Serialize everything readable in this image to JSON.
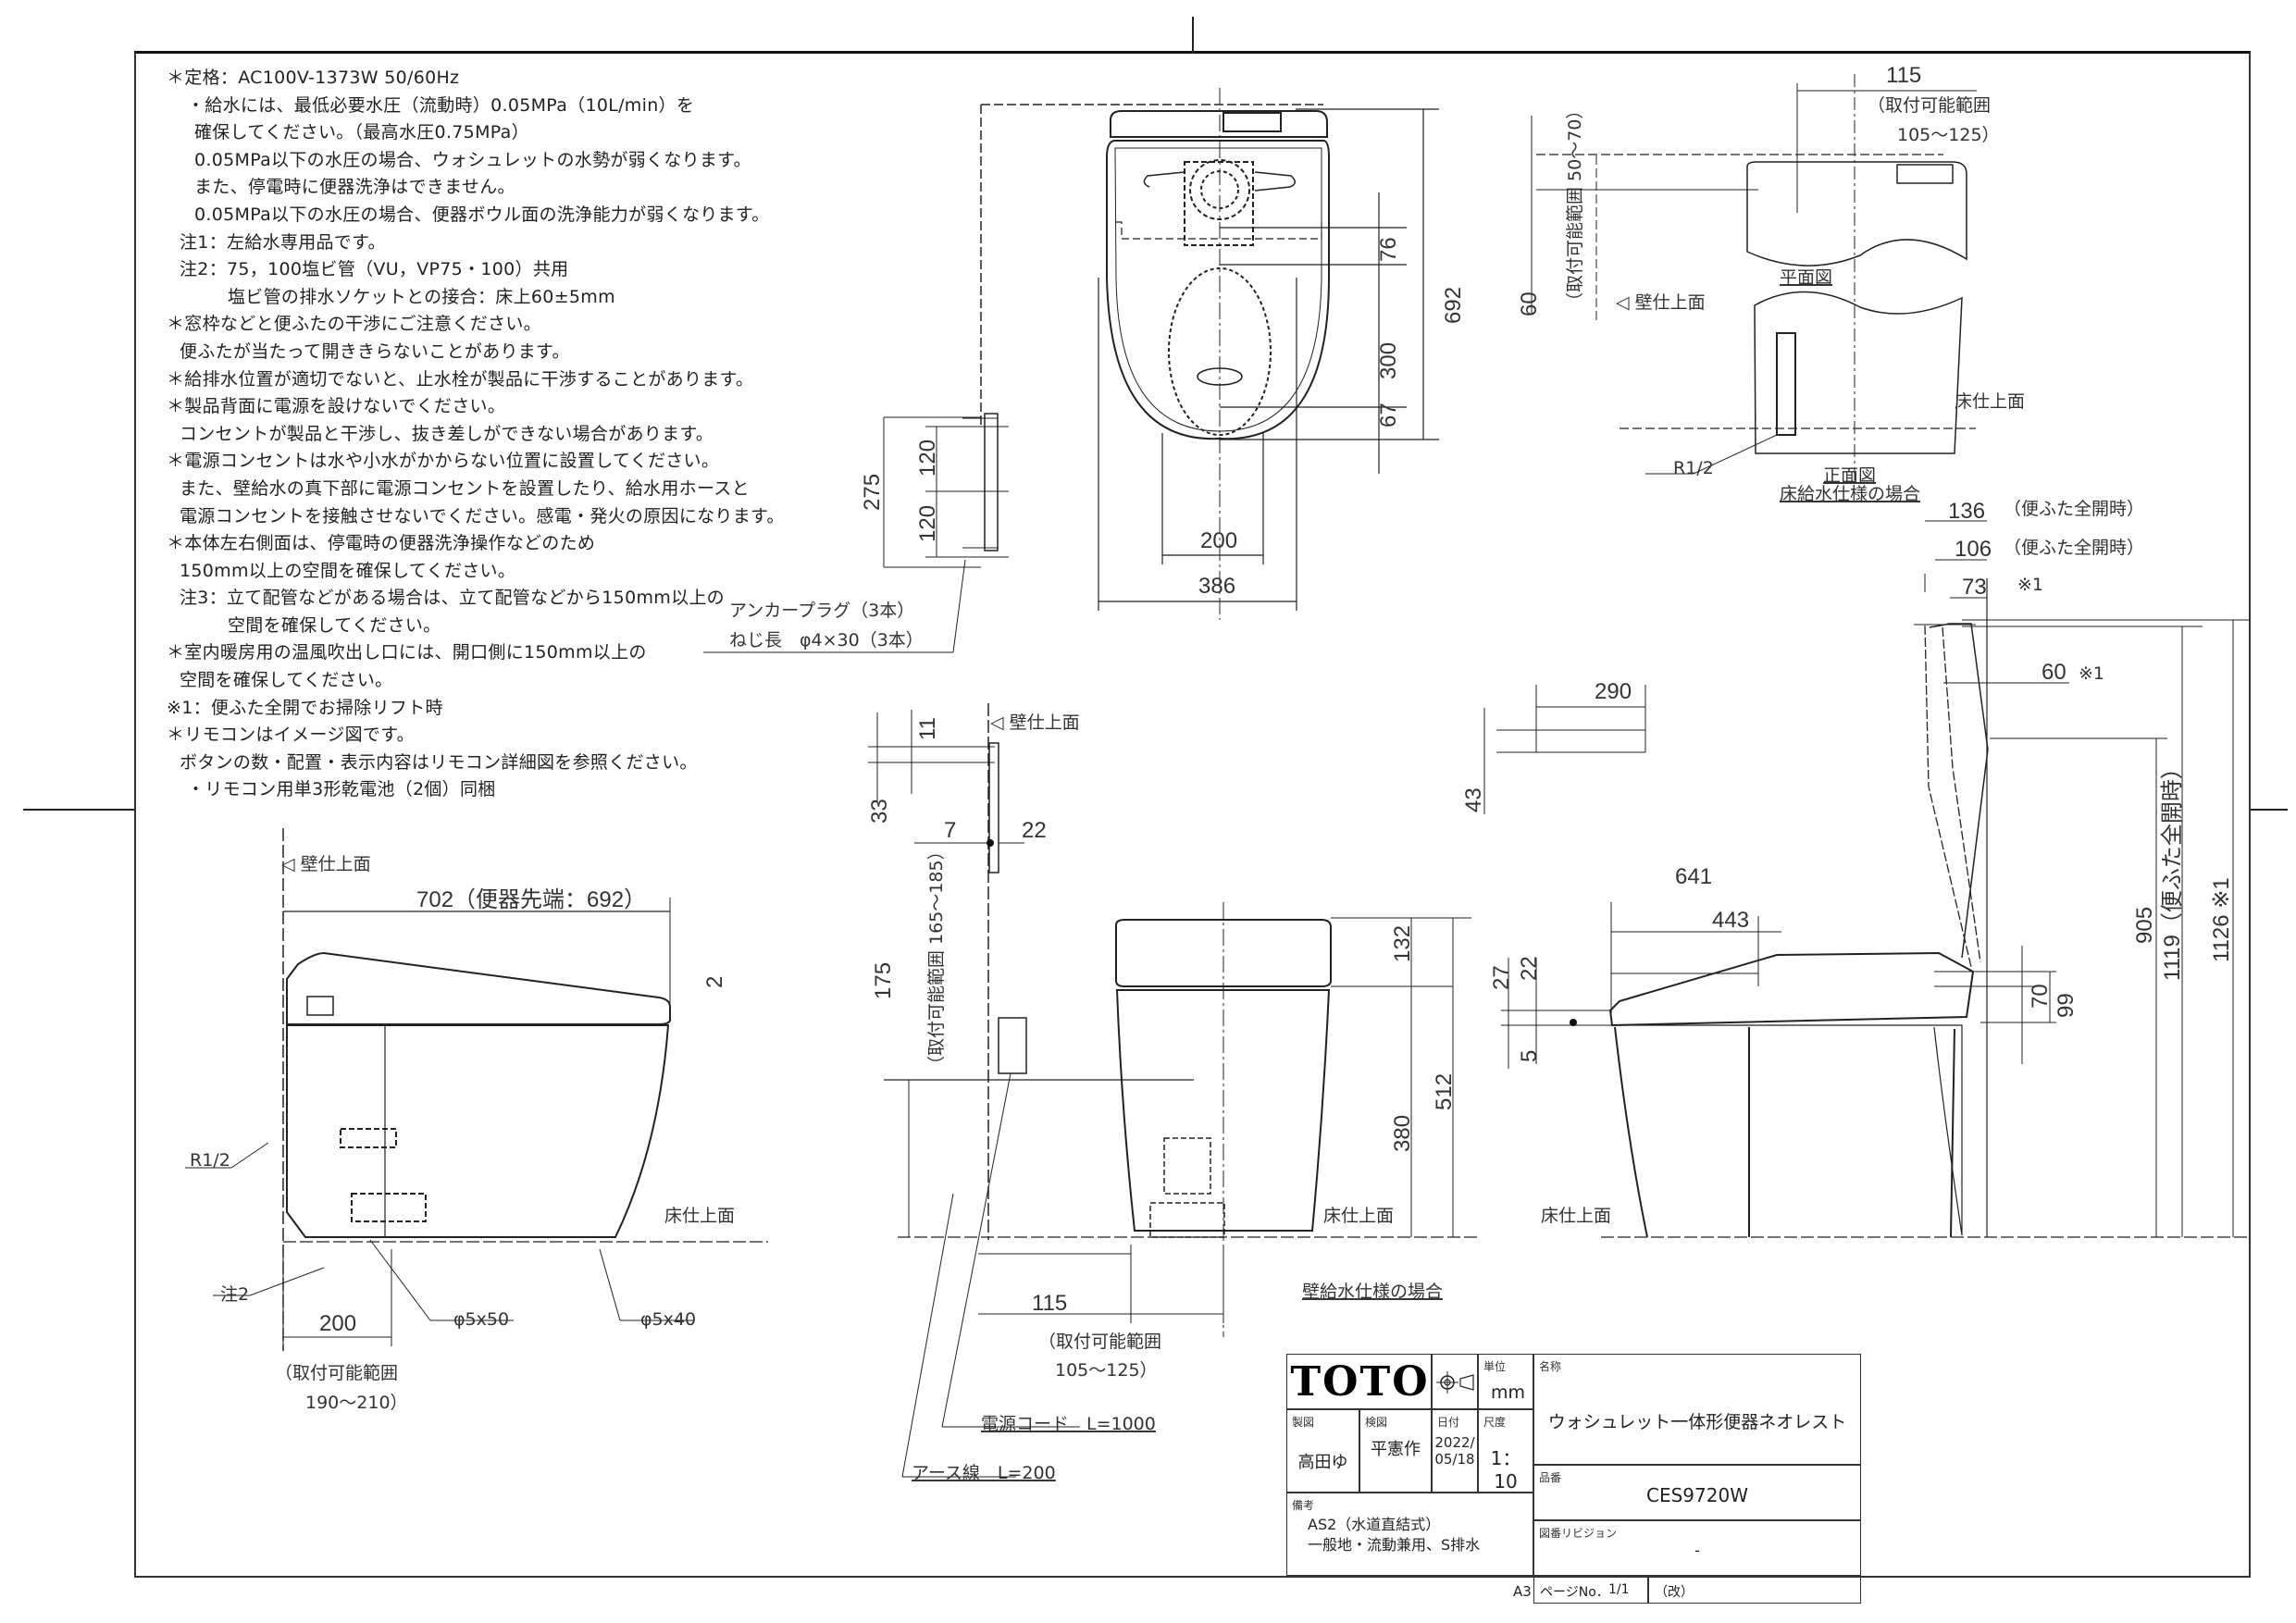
{
  "notes": [
    {
      "text": "＊定格：AC100V-1373W 50/60Hz",
      "indent": 0
    },
    {
      "text": "・給水には、最低必要水圧（流動時）0.05MPa（10L/min）を",
      "indent": 1
    },
    {
      "text": "確保してください。（最高水圧0.75MPa）",
      "indent": 2
    },
    {
      "text": "0.05MPa以下の水圧の場合、ウォシュレットの水勢が弱くなります。",
      "indent": 2
    },
    {
      "text": "また、停電時に便器洗浄はできません。",
      "indent": 2
    },
    {
      "text": "0.05MPa以下の水圧の場合、便器ボウル面の洗浄能力が弱くなります。",
      "indent": 2
    },
    {
      "text": "注1：左給水専用品です。",
      "indent": 4
    },
    {
      "text": "注2：75，100塩ビ管（VU，VP75・100）共用",
      "indent": 4
    },
    {
      "text": "塩ビ管の排水ソケットとの接合：床上60±5mm",
      "indent": 3
    },
    {
      "text": "＊窓枠などと便ふたの干渉にご注意ください。",
      "indent": 0
    },
    {
      "text": "便ふたが当たって開ききらないことがあります。",
      "indent": 4
    },
    {
      "text": "＊給排水位置が適切でないと、止水栓が製品に干渉することがあります。",
      "indent": 0
    },
    {
      "text": "＊製品背面に電源を設けないでください。",
      "indent": 0
    },
    {
      "text": "コンセントが製品と干渉し、抜き差しができない場合があります。",
      "indent": 4
    },
    {
      "text": "＊電源コンセントは水や小水がかからない位置に設置してください。",
      "indent": 0
    },
    {
      "text": "また、壁給水の真下部に電源コンセントを設置したり、給水用ホースと",
      "indent": 4
    },
    {
      "text": "電源コンセントを接触させないでください。感電・発火の原因になります。",
      "indent": 4
    },
    {
      "text": "＊本体左右側面は、停電時の便器洗浄操作などのため",
      "indent": 0
    },
    {
      "text": "150mm以上の空間を確保してください。",
      "indent": 4
    },
    {
      "text": "注3：立て配管などがある場合は、立て配管などから150mm以上の",
      "indent": 4
    },
    {
      "text": "空間を確保してください。",
      "indent": 3
    },
    {
      "text": "＊室内暖房用の温風吹出し口には、開口側に150mm以上の",
      "indent": 0
    },
    {
      "text": "空間を確保してください。",
      "indent": 4
    },
    {
      "text": "※1：便ふた全開でお掃除リフト時",
      "indent": 0
    },
    {
      "text": "＊リモコンはイメージ図です。",
      "indent": 0
    },
    {
      "text": "ボタンの数・配置・表示内容はリモコン詳細図を参照ください。",
      "indent": 4
    },
    {
      "text": "・リモコン用単3形乾電池（2個）同梱",
      "indent": 1
    }
  ],
  "plan_view": {
    "dims": {
      "d76": "76",
      "d300": "300",
      "d67": "67",
      "d692": "692",
      "d200": "200",
      "d386": "386"
    },
    "remote": {
      "d275": "275",
      "d120a": "120",
      "d120b": "120"
    },
    "anchor_label_1": "アンカープラグ（3本）",
    "anchor_label_2": "ねじ長　φ4×30（3本）"
  },
  "floor_supply_detail": {
    "d115": "115",
    "range_h_1": "（取付可能範囲",
    "range_h_2": "105〜125）",
    "d60": "60",
    "range_v": "（取付可能範囲 50〜70）",
    "wall_finish": "◁ 壁仕上面",
    "plan_caption": "平面図",
    "floor_finish": "床仕上面",
    "pipe": "R1/2",
    "front_caption": "正面図",
    "spec_caption": "床給水仕様の場合"
  },
  "side_view_left": {
    "wall_finish": "◁ 壁仕上面",
    "d702": "702（便器先端：692）",
    "d2": "2",
    "pipe": "R1/2",
    "note2": "注2",
    "d200": "200",
    "range_1": "（取付可能範囲",
    "range_2": "190〜210）",
    "bolt1": "φ5x50",
    "bolt2": "φ5x40",
    "floor_finish": "床仕上面"
  },
  "remote_side": {
    "wall_finish": "◁ 壁仕上面",
    "d11": "11",
    "d33": "33",
    "d7": "7",
    "d22": "22"
  },
  "front_view": {
    "d175": "175",
    "range_v": "（取付可能範囲 165〜185）",
    "d132": "132",
    "d380": "380",
    "d512": "512",
    "floor_finish": "床仕上面",
    "spec_caption": "壁給水仕様の場合",
    "d115": "115",
    "range_1": "（取付可能範囲",
    "range_2": "105〜125）",
    "power_cord": "電源コード　L=1000",
    "earth_wire": "アース線　L=200"
  },
  "side_view_right": {
    "d136": "136",
    "d136_note": "（便ふた全開時）",
    "d106": "106",
    "d106_note": "（便ふた全開時）",
    "d73": "73",
    "d73_note": "※1",
    "d60": "60",
    "d60_note": "※1",
    "d290": "290",
    "d43": "43",
    "d641": "641",
    "d443": "443",
    "d27": "27",
    "d22": "22",
    "d5": "5",
    "d70": "70",
    "d99": "99",
    "d905": "905",
    "d1119": "1119（便ふた全開時）",
    "d1126": "1126 ※1",
    "floor_finish": "床仕上面"
  },
  "title_block": {
    "brand": "TOTO",
    "projection_icon": "third-angle-projection-icon",
    "unit_caption": "単位",
    "unit": "mm",
    "name_caption": "名称",
    "name": "ウォシュレット一体形便器ネオレスト",
    "drawn_caption": "製図",
    "drawn_by": "高田ゆ",
    "checked_caption": "検図",
    "checked_by": "平憲作",
    "date_caption": "日付",
    "date": "2022/05/18",
    "scale_caption": "尺度",
    "scale": "1：10",
    "remarks_caption": "備考",
    "remarks_1": "AS2（水道直結式）",
    "remarks_2": "一般地・流動兼用、S排水",
    "product_code_caption": "品番",
    "product_code": "CES9720W",
    "revision_caption": "図番リビジョン",
    "revision": "-",
    "paper_size": "A3",
    "page_caption": "ページNo．",
    "page": "1/1",
    "edition": "（改）"
  }
}
